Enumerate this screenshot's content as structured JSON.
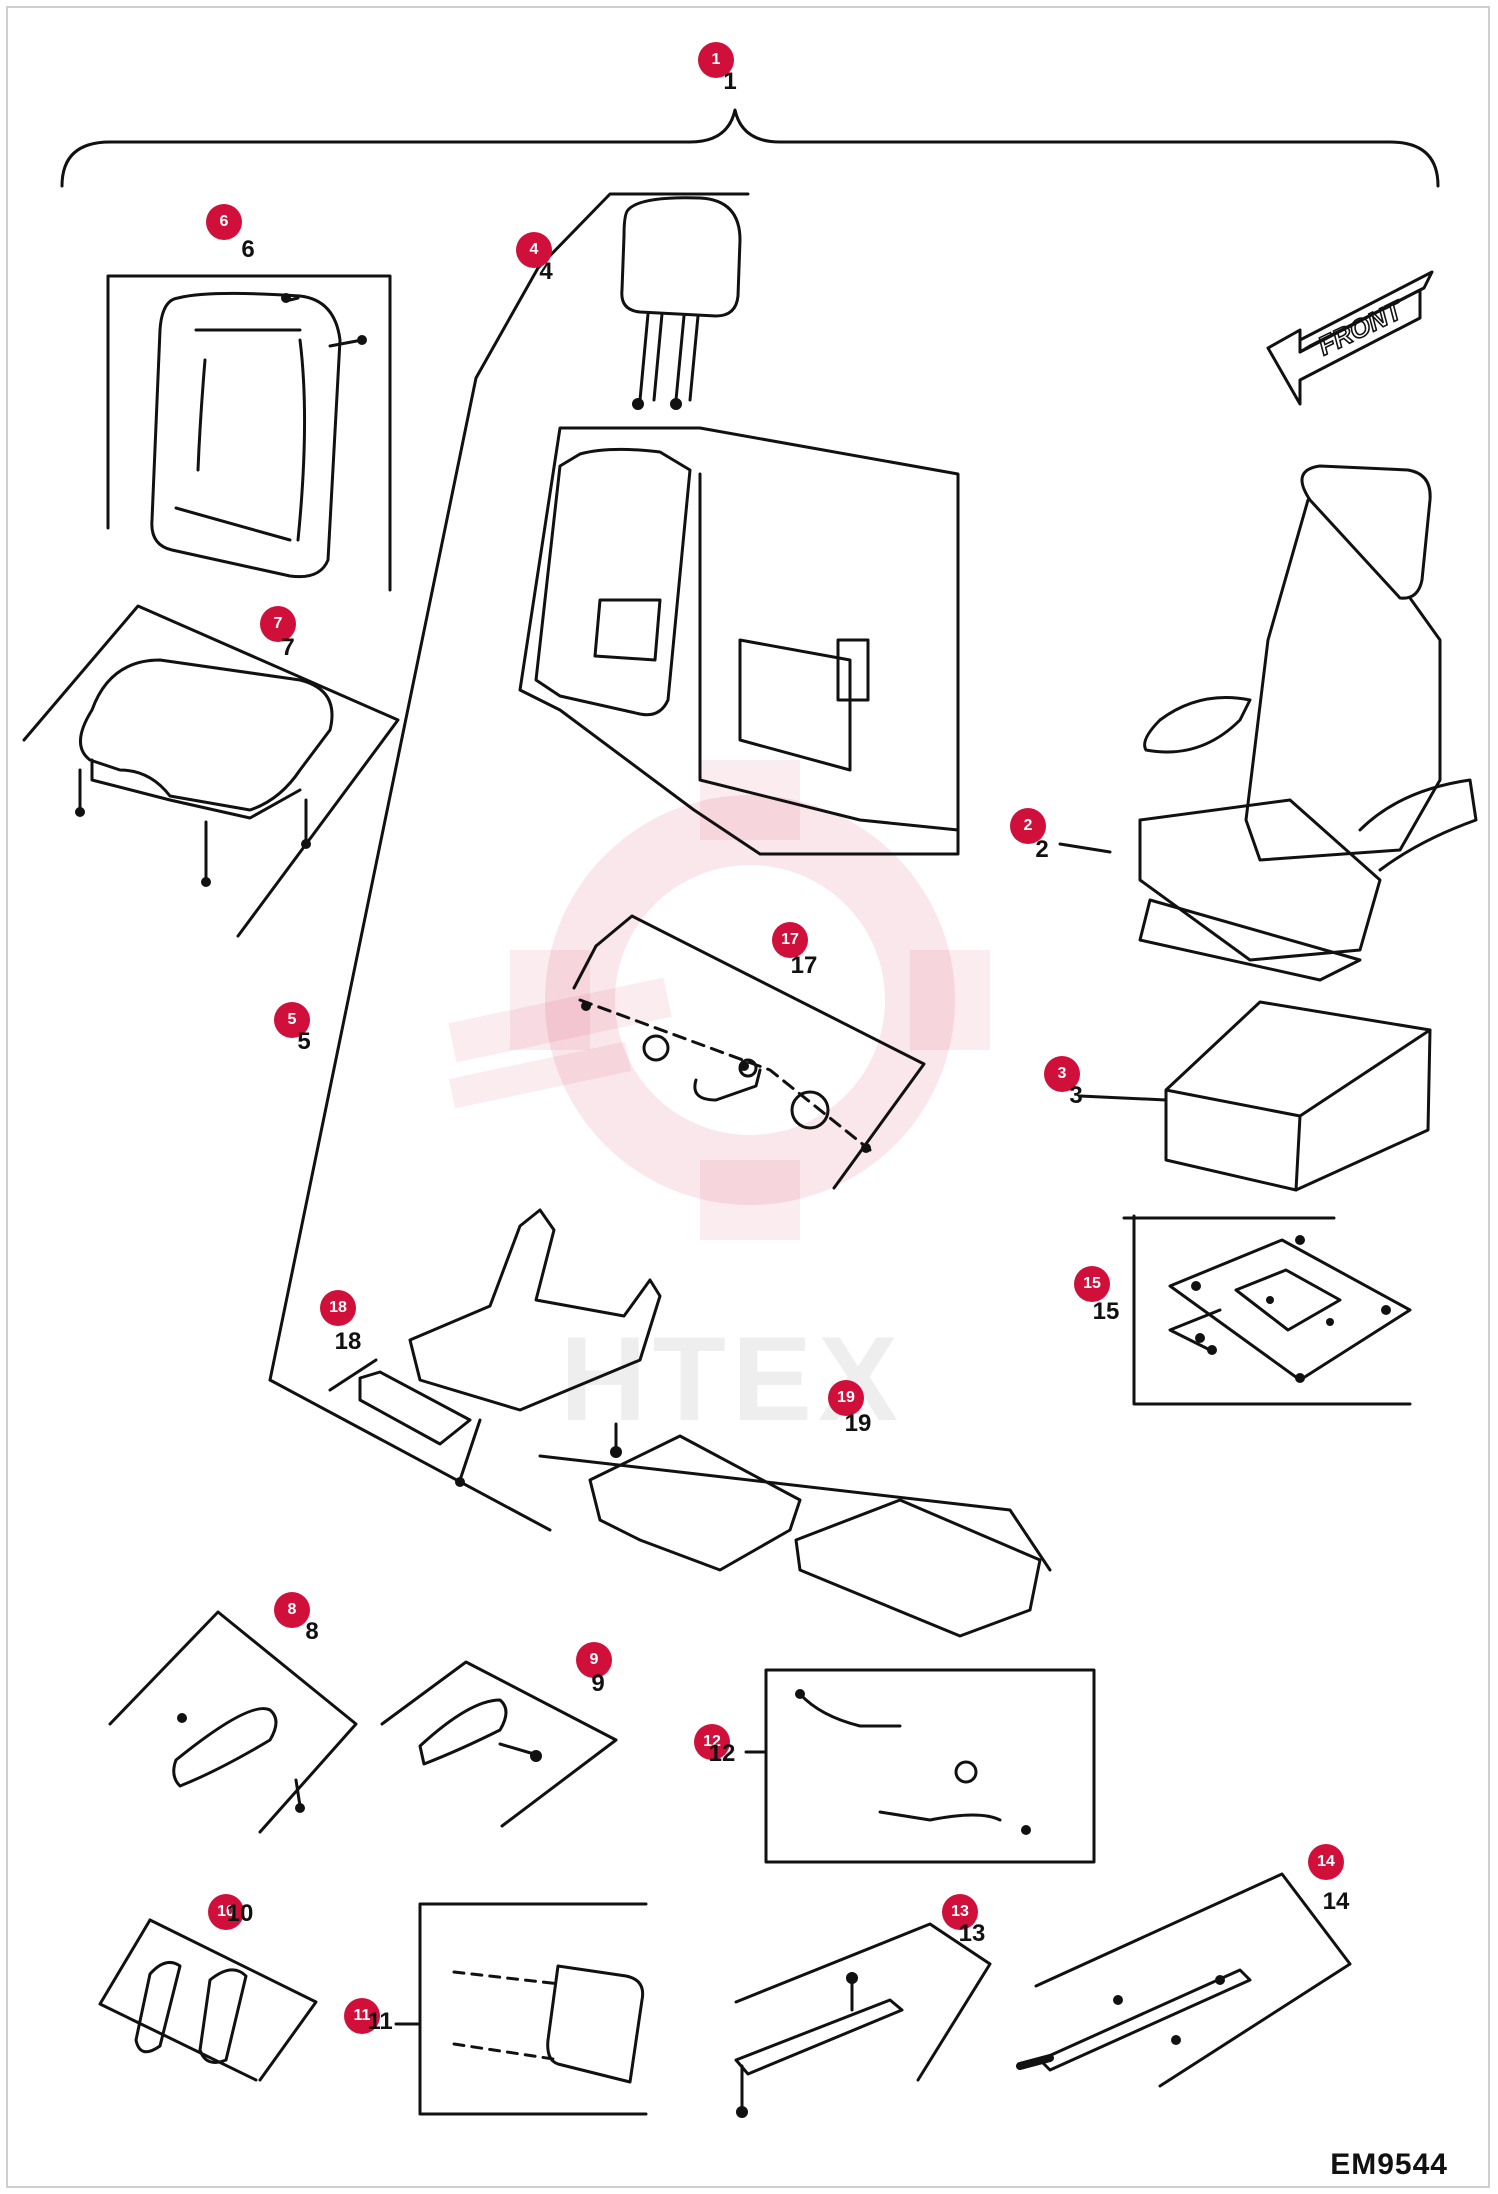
{
  "diagram": {
    "code": "EM9544",
    "front_label": "FRONT",
    "watermark": "HTEX",
    "accent_color": "#d0103a",
    "callouts": [
      {
        "id": "c1",
        "label": "1",
        "num": "1"
      },
      {
        "id": "c2",
        "label": "2",
        "num": "2"
      },
      {
        "id": "c3",
        "label": "3",
        "num": "3"
      },
      {
        "id": "c4",
        "label": "4",
        "num": "4"
      },
      {
        "id": "c5",
        "label": "5",
        "num": "5"
      },
      {
        "id": "c6",
        "label": "6",
        "num": "6"
      },
      {
        "id": "c7",
        "label": "7",
        "num": "7"
      },
      {
        "id": "c8",
        "label": "8",
        "num": "8"
      },
      {
        "id": "c9",
        "label": "9",
        "num": "9"
      },
      {
        "id": "c10",
        "label": "10",
        "num": "10"
      },
      {
        "id": "c11",
        "label": "11",
        "num": "11"
      },
      {
        "id": "c12",
        "label": "12",
        "num": "12"
      },
      {
        "id": "c13",
        "label": "13",
        "num": "13"
      },
      {
        "id": "c14",
        "label": "14",
        "num": "14"
      },
      {
        "id": "c15",
        "label": "15",
        "num": "15"
      },
      {
        "id": "c17",
        "label": "17",
        "num": "17"
      },
      {
        "id": "c18",
        "label": "18",
        "num": "18"
      },
      {
        "id": "c19",
        "label": "19",
        "num": "19"
      }
    ]
  }
}
